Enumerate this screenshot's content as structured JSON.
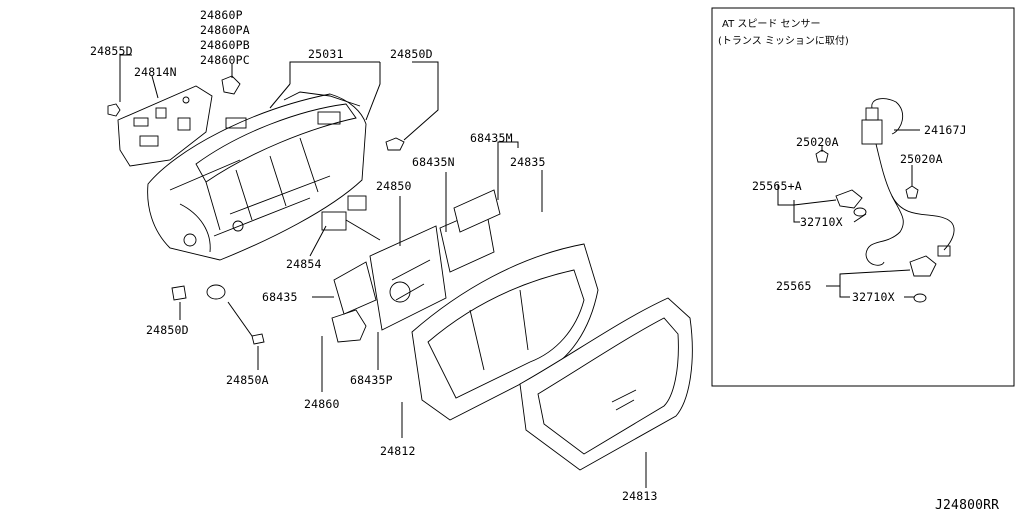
{
  "diagram_code": "J24800RR",
  "inset": {
    "title": "AT スピード センサー",
    "subtitle": "(トランス ミッションに取付)"
  },
  "labels": {
    "p24860P": "24860P",
    "p24860PA": "24860PA",
    "p24860PB": "24860PB",
    "p24860PC": "24860PC",
    "p24855D": "24855D",
    "p24814N": "24814N",
    "p25031": "25031",
    "p24850D_top": "24850D",
    "p68435M": "68435M",
    "p68435N": "68435N",
    "p24835": "24835",
    "p24850": "24850",
    "p24854": "24854",
    "p68435": "68435",
    "p24850D_left": "24850D",
    "p24850A": "24850A",
    "p24860": "24860",
    "p68435P": "68435P",
    "p24812": "24812",
    "p24813": "24813",
    "p25020A_a": "25020A",
    "p24167J": "24167J",
    "p25020A_b": "25020A",
    "p25565A": "25565+A",
    "p32710X_a": "32710X",
    "p25565": "25565",
    "p32710X_b": "32710X"
  }
}
